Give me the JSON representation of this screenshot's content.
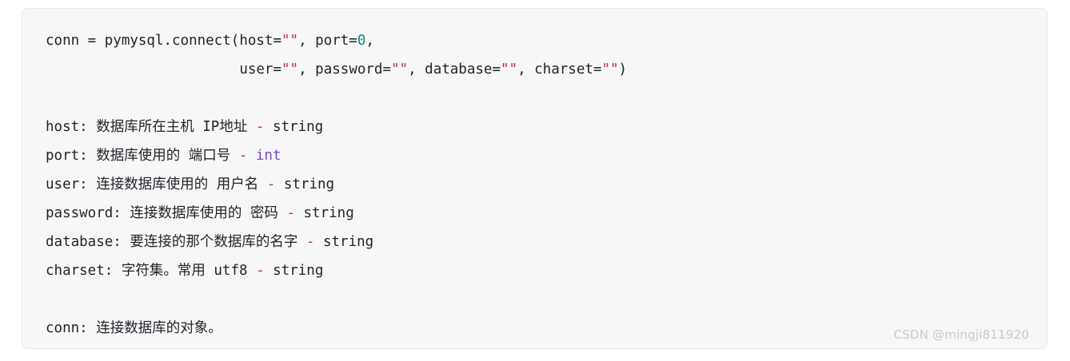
{
  "card": {
    "background": "#f7f7f8",
    "border_color": "#e7e7ea"
  },
  "colors": {
    "text": "#1f2328",
    "string": "#c7254e",
    "number": "#0f8a7e",
    "keyword": "#7b3fe4",
    "operator": "#b35900",
    "dash": "#c0392b",
    "watermark": "#c9c9cd"
  },
  "code": {
    "line1": {
      "part_a": "conn = pymysql.connect(host=",
      "quotes_1": "\"\"",
      "part_b": ", port=",
      "number": "0",
      "part_c": ","
    },
    "line2": {
      "indent": "                       ",
      "user_key": "user=",
      "user_val": "\"\"",
      "sep1": ", ",
      "password_key": "password=",
      "password_val": "\"\"",
      "sep2": ", ",
      "database_key": "database=",
      "database_val": "\"\"",
      "sep3": ", ",
      "charset_key": "charset=",
      "charset_val": "\"\"",
      "close_paren": ")"
    }
  },
  "params": [
    {
      "name": "host:",
      "description": " 数据库所在主机 IP地址 ",
      "dash": "-",
      "type": " string",
      "type_kind": "plain"
    },
    {
      "name": "port:",
      "description": " 数据库使用的 端口号 ",
      "dash": "-",
      "type": " int",
      "type_kind": "keyword"
    },
    {
      "name": "user:",
      "description": " 连接数据库使用的 用户名 ",
      "dash": "-",
      "type": " string",
      "type_kind": "plain"
    },
    {
      "name": "password:",
      "description": " 连接数据库使用的 密码 ",
      "dash": "-",
      "type": " string",
      "type_kind": "plain"
    },
    {
      "name": "database:",
      "description": " 要连接的那个数据库的名字 ",
      "dash": "-",
      "type": " string",
      "type_kind": "plain"
    },
    {
      "name": "charset:",
      "description": " 字符集。常用 utf8 ",
      "dash": "-",
      "type": " string",
      "type_kind": "plain"
    }
  ],
  "result": {
    "name": "conn:",
    "description": " 连接数据库的对象。"
  },
  "watermark": {
    "text": "CSDN @mingji811920"
  }
}
